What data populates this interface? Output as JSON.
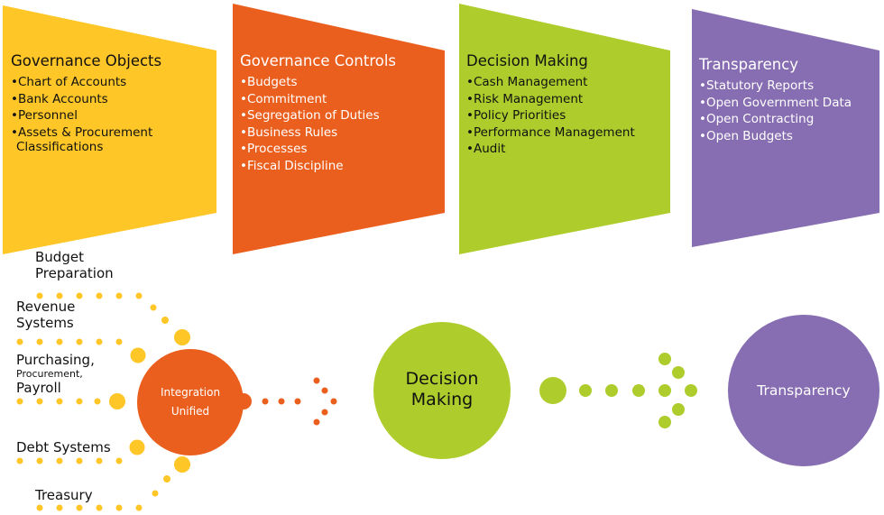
{
  "panels": [
    {
      "title": "Governance Objects",
      "items": [
        "•Chart of Accounts",
        "•Bank Accounts",
        "•Personnel",
        "•Assets & Procurement Classifications"
      ],
      "color": "#FFC628"
    },
    {
      "title": "Governance Controls",
      "items": [
        "•Budgets",
        "•Commitment",
        "•Segregation of Duties",
        "•Business Rules",
        "•Processes",
        "•Fiscal Discipline"
      ],
      "color": "#EB5F1E"
    },
    {
      "title": "Decision Making",
      "items": [
        "•Cash Management",
        "•Risk Management",
        "•Policy Priorities",
        "•Performance Management",
        "•Audit"
      ],
      "color": "#AECD2C"
    },
    {
      "title": "Transparency",
      "items": [
        "•Statutory Reports",
        "•Open Government Data",
        "•Open Contracting",
        "•Open Budgets"
      ],
      "color": "#876DB1"
    }
  ],
  "sources": {
    "budget_line1": "Budget",
    "budget_line2": "Preparation",
    "revenue_line1": "Revenue",
    "revenue_line2": "Systems",
    "purchasing_line1": "Purchasing,",
    "purchasing_line2": "Procurement,",
    "purchasing_line3": "Payroll",
    "debt": "Debt Systems",
    "treasury": "Treasury"
  },
  "hub": {
    "line1": "Integration",
    "line2": "Unified",
    "color": "#EB5F1E"
  },
  "decision": {
    "line1": "Decision",
    "line2": "Making",
    "color": "#AECD2C"
  },
  "transparency": {
    "label": "Transparency",
    "color": "#876DB1"
  },
  "colors": {
    "dots_yellow": "#FFC628",
    "dots_orange": "#EB5F1E",
    "dots_green": "#AECD2C"
  }
}
